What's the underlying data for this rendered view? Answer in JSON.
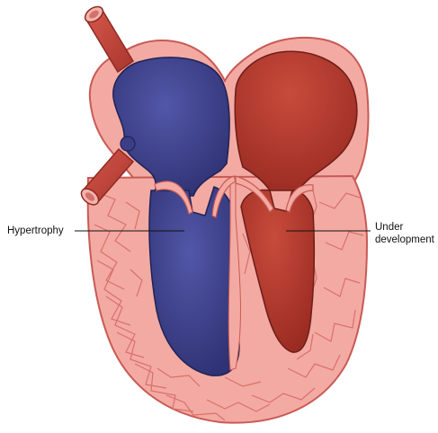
{
  "labels": {
    "left": "Hypertrophy",
    "right_line1": "Under",
    "right_line2": "development"
  },
  "colors": {
    "tissue": "#f3aaa2",
    "tissue_outline": "#c85a55",
    "muscle_lines": "#d9706c",
    "deoxygenated_chamber": "#3b3f86",
    "oxygenated_chamber": "#b53a2e",
    "vessel": "#c2463c"
  }
}
